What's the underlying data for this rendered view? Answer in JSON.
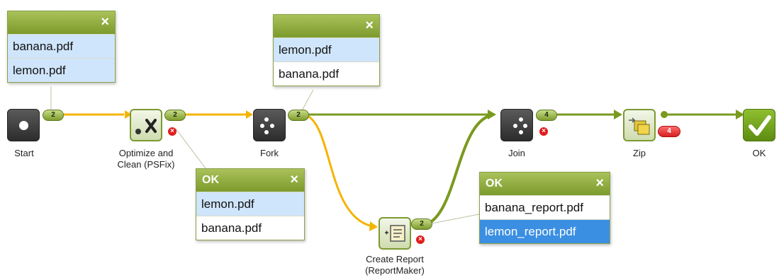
{
  "nodes": {
    "start": {
      "label": "Start"
    },
    "optimize": {
      "label_line1": "Optimize and",
      "label_line2": "Clean (PSFix)"
    },
    "fork": {
      "label": "Fork"
    },
    "create_report": {
      "label_line1": "Create Report",
      "label_line2": "(ReportMaker)"
    },
    "join": {
      "label": "Join"
    },
    "zip": {
      "label": "Zip"
    },
    "ok": {
      "label": "OK"
    }
  },
  "badges": {
    "start_out": "2",
    "optimize_out": "2",
    "fork_out": "2",
    "report_out": "2",
    "join_out": "4",
    "zip_err": "4"
  },
  "popups": {
    "start_popup": {
      "status": "",
      "close": "×",
      "items": [
        "banana.pdf",
        "lemon.pdf"
      ]
    },
    "fork_popup": {
      "status": "",
      "close": "×",
      "items": [
        "lemon.pdf",
        "banana.pdf"
      ]
    },
    "optimize_popup": {
      "status": "OK",
      "close": "×",
      "items": [
        "lemon.pdf",
        "banana.pdf"
      ]
    },
    "report_popup": {
      "status": "OK",
      "close": "×",
      "items": [
        "banana_report.pdf",
        "lemon_report.pdf"
      ]
    }
  },
  "icons": {
    "start": "stop-icon",
    "optimize": "tools-icon",
    "fork": "fork-icon",
    "create_report": "report-icon",
    "join": "join-icon",
    "zip": "zip-icon",
    "ok": "checkmark-icon",
    "error": "error-icon"
  },
  "colors": {
    "active_flow": "#f4b400",
    "done_flow": "#7a9a1e",
    "badge_green": "#8fae3a",
    "error_red": "#e11d1d",
    "selection_blue": "#3b8fe3",
    "hover_blue": "#cfe5fb"
  }
}
